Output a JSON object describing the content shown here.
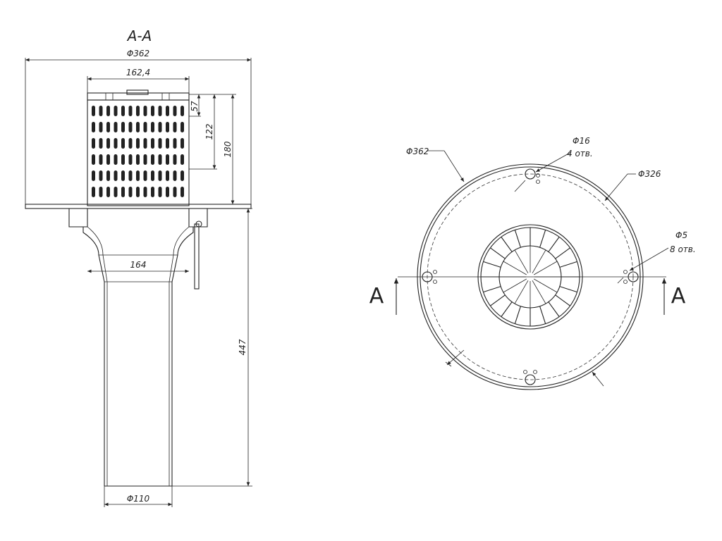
{
  "section_title": "A-A",
  "side_view": {
    "dim_flange_dia": "Φ362",
    "dim_grate_width": "162,4",
    "dim_57": "57",
    "dim_122": "122",
    "dim_180": "180",
    "dim_body": "164",
    "dim_height": "447",
    "dim_pipe_dia": "Φ110"
  },
  "plan_view": {
    "dim_outer": "Φ362",
    "dim_bolt_circle": "Φ326",
    "hole_16_dia": "Φ16",
    "hole_16_count": "4 отв.",
    "hole_5_dia": "Φ5",
    "hole_5_count": "8 отв.",
    "section_mark_left": "A",
    "section_mark_right": "A"
  }
}
